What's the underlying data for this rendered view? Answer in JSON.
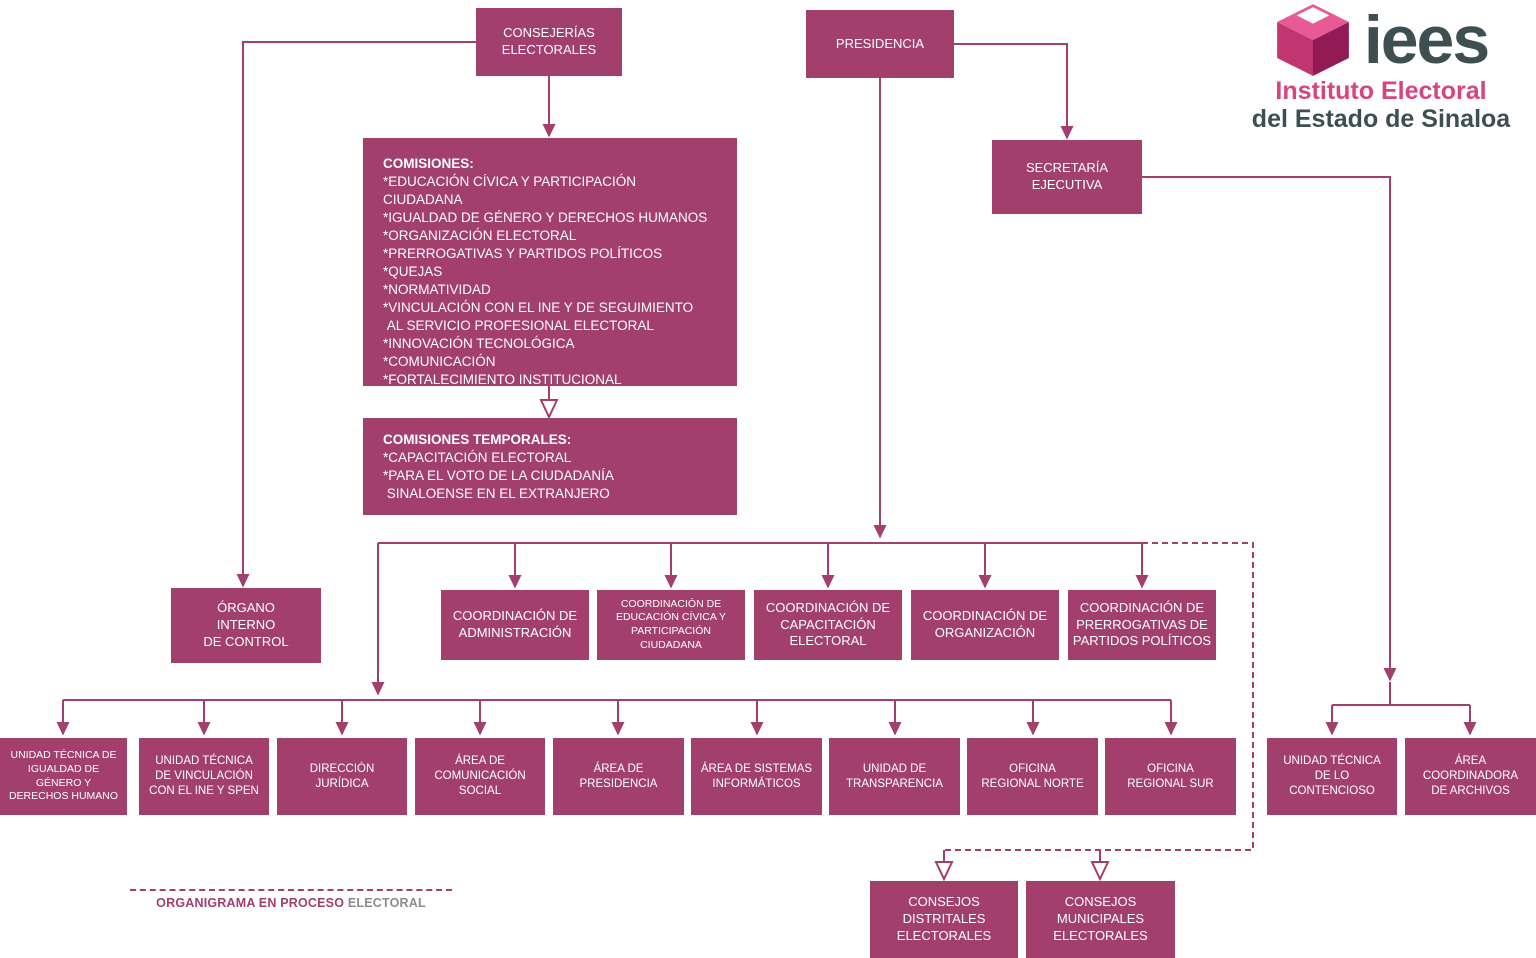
{
  "colors": {
    "accent": "#A23F6D",
    "box": "#A23F6D",
    "logo-pink": "#D84480",
    "logo-dark": "#3E4F52",
    "note-gray": "#8C8C8C"
  },
  "logo": {
    "brand": "iees",
    "line1": "Instituto Electoral",
    "line2": "del Estado de Sinaloa"
  },
  "nodes": {
    "consejerias": {
      "label": "CONSEJERÍAS\nELECTORALES"
    },
    "presidencia": {
      "label": "PRESIDENCIA"
    },
    "secretaria": {
      "label": "SECRETARÍA\nEJECUTIVA"
    },
    "comisiones": {
      "title": "COMISIONES:",
      "items": [
        "*EDUCACIÓN CÍVICA Y PARTICIPACIÓN CIUDADANA",
        "*IGUALDAD DE GÉNERO Y DERECHOS HUMANOS",
        "*ORGANIZACIÓN ELECTORAL",
        "*PRERROGATIVAS Y PARTIDOS POLÍTICOS",
        "*QUEJAS",
        "*NORMATIVIDAD",
        "*VINCULACIÓN CON EL INE Y DE SEGUIMIENTO",
        " AL SERVICIO PROFESIONAL ELECTORAL",
        "*INNOVACIÓN TECNOLÓGICA",
        "*COMUNICACIÓN",
        "*FORTALECIMIENTO INSTITUCIONAL"
      ]
    },
    "comisiones_temporales": {
      "title": "COMISIONES TEMPORALES:",
      "items": [
        "*CAPACITACIÓN ELECTORAL",
        "*PARA EL VOTO DE LA CIUDADANÍA",
        " SINALOENSE EN EL EXTRANJERO"
      ]
    },
    "organo_interno": {
      "label": "ÓRGANO\nINTERNO\nDE CONTROL"
    },
    "coord_administracion": {
      "label": "COORDINACIÓN DE\nADMINISTRACIÓN"
    },
    "coord_educacion": {
      "label": "COORDINACIÓN DE\nEDUCACIÓN CÍVICA Y\nPARTICIPACIÓN CIUDADANA"
    },
    "coord_capacitacion": {
      "label": "COORDINACIÓN DE\nCAPACITACIÓN\nELECTORAL"
    },
    "coord_organizacion": {
      "label": "COORDINACIÓN DE\nORGANIZACIÓN"
    },
    "coord_prerrogativas": {
      "label": "COORDINACIÓN DE\nPRERROGATIVAS DE\nPARTIDOS POLÍTICOS"
    },
    "ut_igualdad": {
      "label": "UNIDAD TÉCNICA DE\nIGUALDAD DE GÉNERO Y\nDERECHOS HUMANO"
    },
    "ut_vinculacion": {
      "label": "UNIDAD TÉCNICA\nDE VINCULACIÓN\nCON EL INE Y SPEN"
    },
    "direccion_juridica": {
      "label": "DIRECCIÓN\nJURÍDICA"
    },
    "area_comunicacion": {
      "label": "ÁREA DE\nCOMUNICACIÓN\nSOCIAL"
    },
    "area_presidencia": {
      "label": "ÁREA DE\nPRESIDENCIA"
    },
    "area_sistemas": {
      "label": "ÁREA DE SISTEMAS\nINFORMÁTICOS"
    },
    "unidad_transparencia": {
      "label": "UNIDAD DE\nTRANSPARENCIA"
    },
    "oficina_norte": {
      "label": "OFICINA\nREGIONAL NORTE"
    },
    "oficina_sur": {
      "label": "OFICINA\nREGIONAL SUR"
    },
    "ut_contencioso": {
      "label": "UNIDAD TÉCNICA\nDE LO\nCONTENCIOSO"
    },
    "area_archivos": {
      "label": "ÁREA\nCOORDINADORA\nDE ARCHIVOS"
    },
    "consejos_distritales": {
      "label": "CONSEJOS\nDISTRITALES\nELECTORALES"
    },
    "consejos_municipales": {
      "label": "CONSEJOS\nMUNICIPALES\nELECTORALES"
    }
  },
  "footer": {
    "note_main": "ORGANIGRAMA EN PROCESO",
    "note_tail": "ELECTORAL"
  }
}
